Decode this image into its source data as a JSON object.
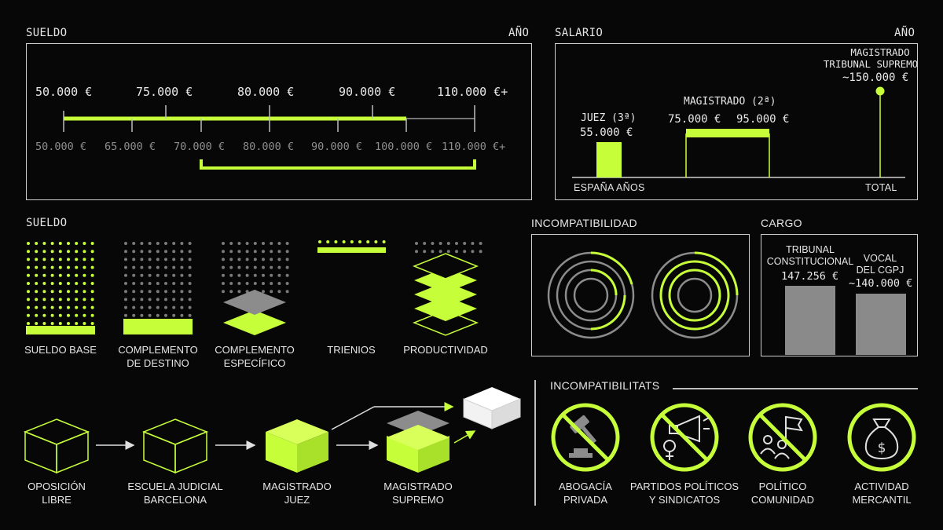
{
  "sueldo_panel": {
    "title": "SUELDO",
    "year_label": "AÑO",
    "top_ticks": [
      "50.000 €",
      "75.000 €",
      "80.000 €",
      "90.000 €",
      "110.000 €+"
    ],
    "bottom_ticks": [
      "50.000 €",
      "65.000 €",
      "70.000 €",
      "80.000 €",
      "90.000 €",
      "100.000 €",
      "110.000 €+"
    ]
  },
  "salario_panel": {
    "title": "SALARIO",
    "year_label": "AÑO",
    "juez_label": "JUEZ (3ª)",
    "juez_value": "55.000 €",
    "magistrado_label": "MAGISTRADO (2ª)",
    "magistrado_min": "75.000 €",
    "magistrado_max": "95.000 €",
    "supremo_line1": "MAGISTRADO",
    "supremo_line2": "TRIBUNAL SUPREMO",
    "supremo_value": "~150.000 €",
    "axis_left": "ESPAÑA AÑOS",
    "axis_right": "TOTAL"
  },
  "components": {
    "title": "SUELDO",
    "items": [
      {
        "line1": "SUELDO BASE",
        "line2": ""
      },
      {
        "line1": "COMPLEMENTO",
        "line2": "DE DESTINO"
      },
      {
        "line1": "COMPLEMENTO",
        "line2": "ESPECÍFICO"
      },
      {
        "line1": "TRIENIOS",
        "line2": ""
      },
      {
        "line1": "PRODUCTIVIDAD",
        "line2": ""
      }
    ]
  },
  "incompatibilidad": {
    "title": "INCOMPATIBILIDAD"
  },
  "cargo": {
    "title": "CARGO",
    "tc_line1": "TRIBUNAL",
    "tc_line2": "CONSTITUCIONAL",
    "tc_value": "147.256 €",
    "cgpj_line1": "VOCAL",
    "cgpj_line2": "DEL CGPJ",
    "cgpj_value": "~140.000 €"
  },
  "career": [
    {
      "line1": "OPOSICIÓN",
      "line2": "LIBRE"
    },
    {
      "line1": "ESCUELA JUDICIAL",
      "line2": "BARCELONA"
    },
    {
      "line1": "MAGISTRADO",
      "line2": "JUEZ"
    },
    {
      "line1": "MAGISTRADO",
      "line2": "SUPREMO"
    }
  ],
  "incompatibilitats": {
    "title": "INCOMPATIBILITATS",
    "items": [
      {
        "line1": "ABOGACÍA",
        "line2": "PRIVADA",
        "icon": "gavel-icon"
      },
      {
        "line1": "PARTIDOS POLÍTICOS",
        "line2": "Y SINDICATOS",
        "icon": "megaphone-icon"
      },
      {
        "line1": "POLÍTICO",
        "line2": "COMUNIDAD",
        "icon": "flag-people-icon"
      },
      {
        "line1": "ACTIVIDAD",
        "line2": "MERCANTIL",
        "icon": "money-bag-icon"
      }
    ]
  },
  "colors": {
    "accent": "#c6ff3a",
    "bg": "#070707",
    "line": "#cfcfcf",
    "gray": "#8a8a8a"
  }
}
